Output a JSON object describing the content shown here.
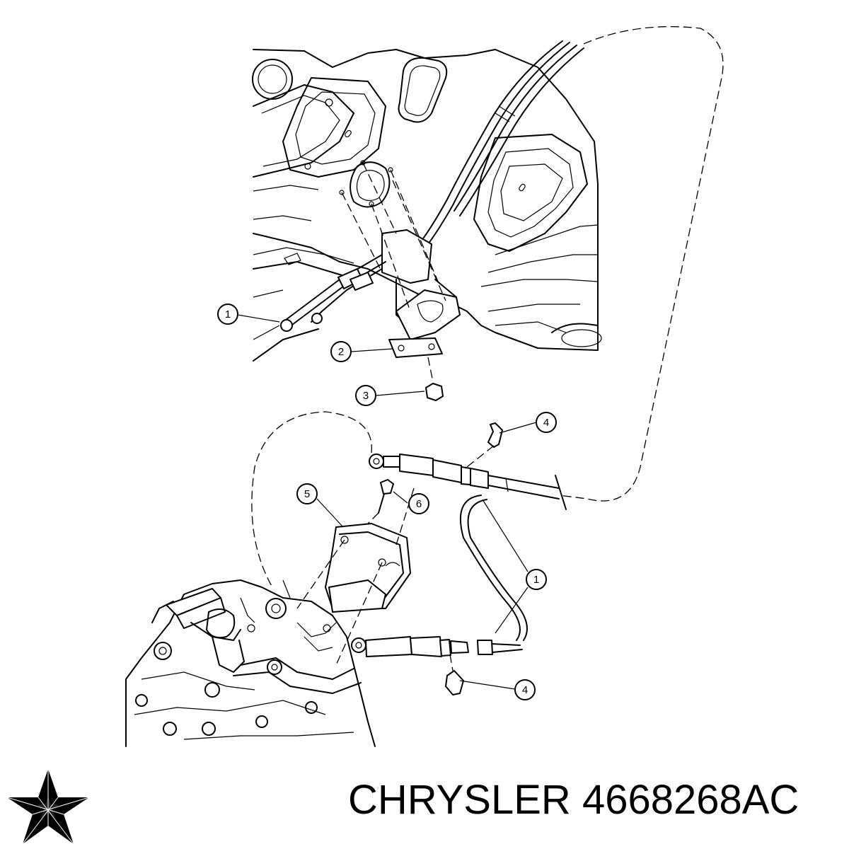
{
  "callouts": [
    {
      "id": "c1a",
      "label": "1"
    },
    {
      "id": "c2",
      "label": "2"
    },
    {
      "id": "c3",
      "label": "3"
    },
    {
      "id": "c4a",
      "label": "4"
    },
    {
      "id": "c5",
      "label": "5"
    },
    {
      "id": "c6",
      "label": "6"
    },
    {
      "id": "c1b",
      "label": "1"
    },
    {
      "id": "c4b",
      "label": "4"
    }
  ],
  "brand": {
    "name": "CHRYSLER",
    "part_number": "4668268AC",
    "logo_icon": "chrysler-pentastar-icon"
  }
}
